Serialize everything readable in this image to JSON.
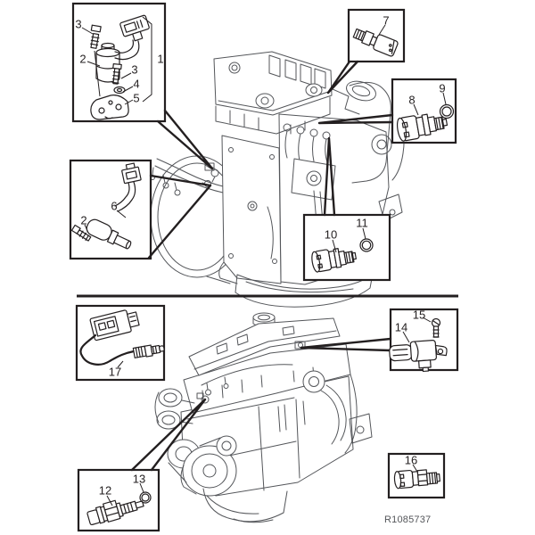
{
  "diagram": {
    "ref_code": "R1085737",
    "colors": {
      "background": "#ffffff",
      "outline": "#231f20",
      "engine_line": "#54565a"
    },
    "boxes": [
      {
        "id": "parts-1-5",
        "section": "top",
        "labels": [
          "3",
          "2",
          "1",
          "3",
          "4",
          "5"
        ]
      },
      {
        "id": "parts-2-6",
        "section": "top",
        "labels": [
          "6",
          "2"
        ]
      },
      {
        "id": "part-7",
        "section": "top",
        "labels": [
          "7"
        ]
      },
      {
        "id": "parts-8-9",
        "section": "top",
        "labels": [
          "8",
          "9"
        ]
      },
      {
        "id": "parts-10-11",
        "section": "top",
        "labels": [
          "10",
          "11"
        ]
      },
      {
        "id": "part-17",
        "section": "bottom",
        "labels": [
          "17"
        ]
      },
      {
        "id": "parts-14-15",
        "section": "bottom",
        "labels": [
          "14",
          "15"
        ]
      },
      {
        "id": "part-16",
        "section": "bottom",
        "labels": [
          "16"
        ]
      },
      {
        "id": "parts-12-13",
        "section": "bottom",
        "labels": [
          "12",
          "13"
        ]
      }
    ]
  }
}
